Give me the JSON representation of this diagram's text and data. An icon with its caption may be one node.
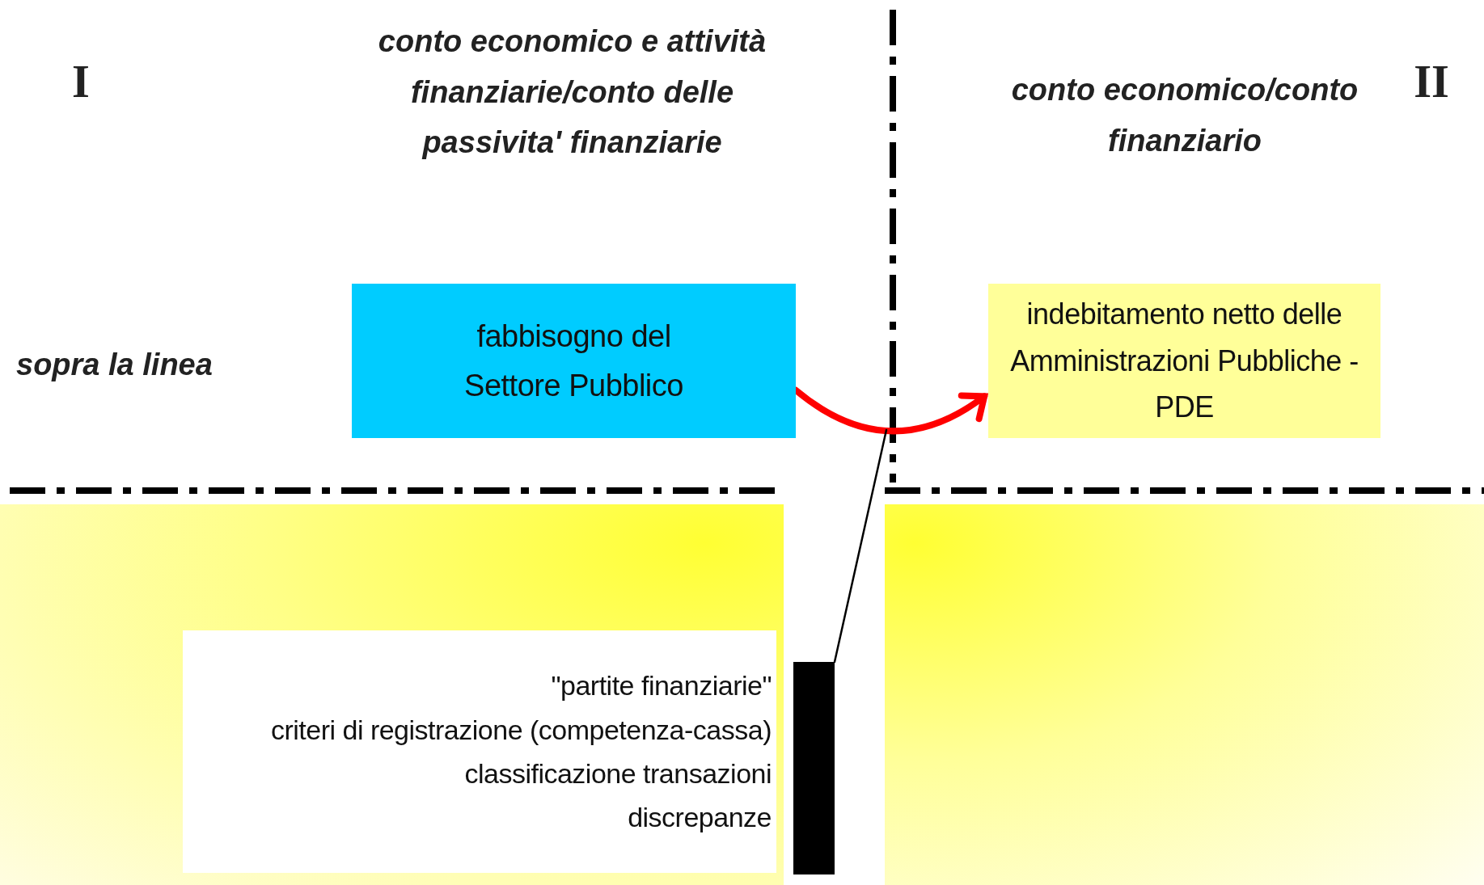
{
  "diagram": {
    "nodes": [
      {
        "text": [
          "fabbisogno del Settore Pubblico"
        ]
      },
      {
        "text": [
          "indebitamento netto delle Amministrazioni Pubbliche - PDE"
        ]
      },
      {
        "text": [
          "\"partite finanziarie\"",
          "criteri di registrazione (competenza-cassa)",
          "classificazione transazioni",
          "discrepanze"
        ]
      },
      {
        "text": [],
        "shape": "bar"
      }
    ],
    "edges": [
      {
        "from": 0,
        "to": 1,
        "arrow": "to",
        "style": "thick",
        "color": "#ff0000"
      },
      {
        "from": 3,
        "to": null,
        "arrow": "none",
        "color": "#000000"
      }
    ],
    "labels": [
      "I",
      "conto economico e attività finanziarie/conto delle passivita' finanziarie",
      "conto economico/conto finanziario",
      "II",
      "sopra la linea"
    ]
  }
}
